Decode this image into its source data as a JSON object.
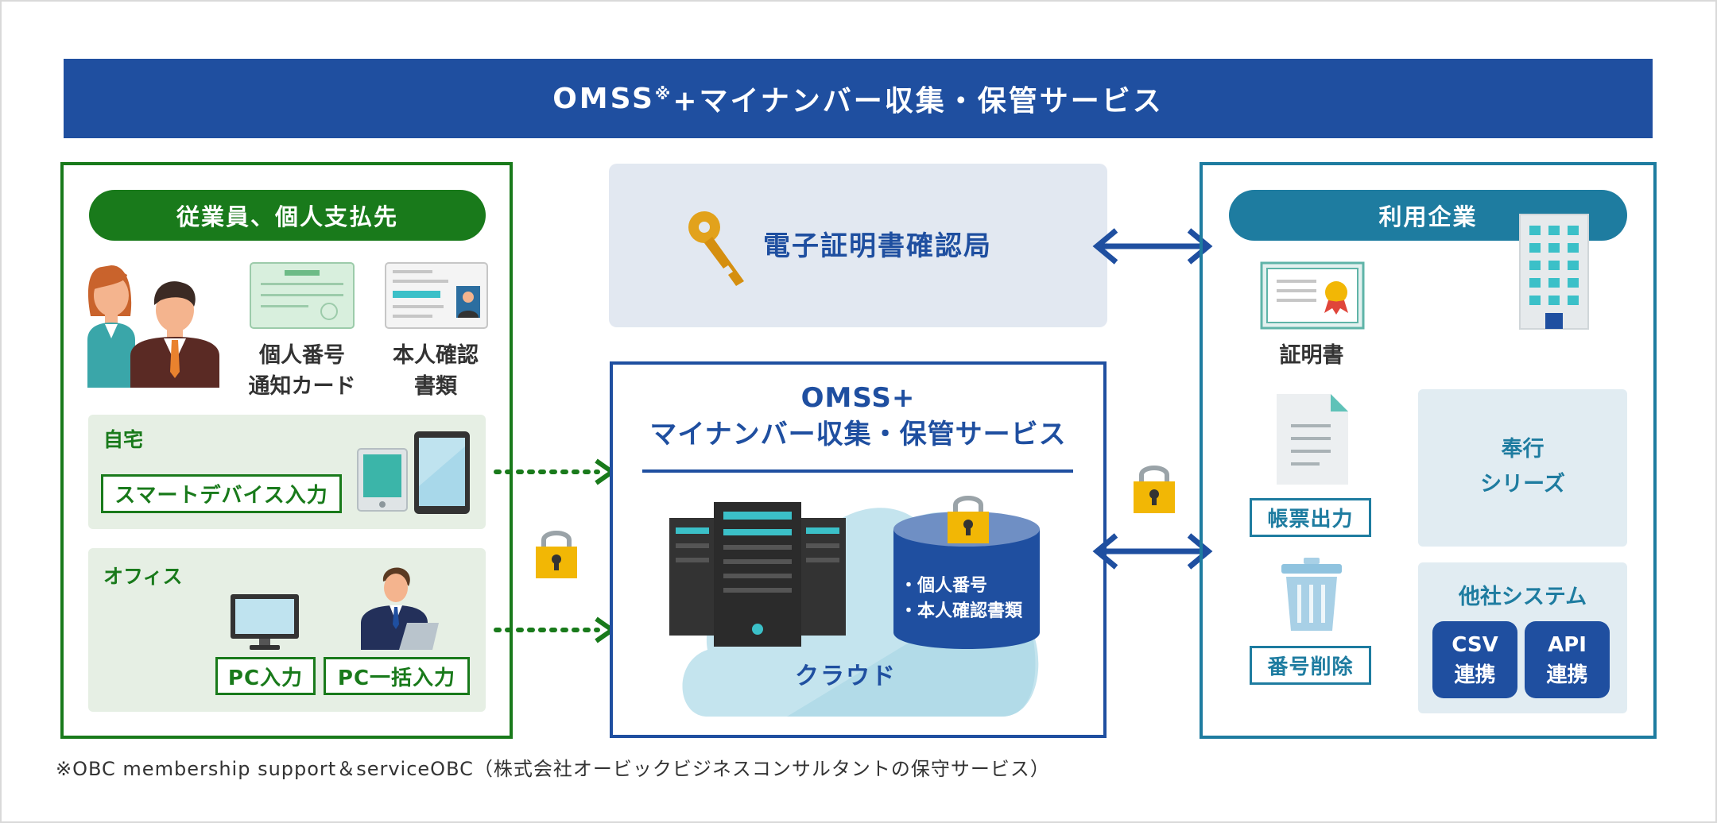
{
  "banner": {
    "title_main": "OMSS",
    "title_mark": "※",
    "title_rest": "+マイナンバー収集・保管サービス"
  },
  "left": {
    "header": "従業員、個人支払先",
    "doc1": [
      "個人番号",
      "通知カード"
    ],
    "doc2": [
      "本人確認",
      "書類"
    ],
    "home": {
      "title": "自宅",
      "button": "スマートデバイス入力"
    },
    "office": {
      "title": "オフィス",
      "button1": "PC入力",
      "button2": "PC一括入力"
    }
  },
  "middle": {
    "cert_authority": "電子証明書確認局",
    "title": [
      "OMSS+",
      "マイナンバー収集・保管サービス"
    ],
    "db_items": [
      "・個人番号",
      "・本人確認書類"
    ],
    "cloud": "クラウド"
  },
  "right": {
    "header": "利用企業",
    "certificate": "証明書",
    "form_output": "帳票出力",
    "number_delete": "番号削除",
    "bugyo": [
      "奉行",
      "シリーズ"
    ],
    "other_system": "他社システム",
    "csv": [
      "CSV",
      "連携"
    ],
    "api": [
      "API",
      "連携"
    ]
  },
  "footnote": "※OBC membership support＆serviceOBC（株式会社オービックビジネスコンサルタントの保守サービス）",
  "colors": {
    "brand_blue": "#1f4fa0",
    "green": "#197a1b",
    "teal": "#1e7ca0",
    "lock": "#f2b705"
  },
  "icons": [
    "people-icon",
    "id-card-icon",
    "id-document-icon",
    "tablet-icon",
    "monitor-icon",
    "office-worker-icon",
    "key-icon",
    "server-icon",
    "database-icon",
    "cloud-icon",
    "lock-icon",
    "certificate-icon",
    "building-icon",
    "document-icon",
    "trash-icon",
    "double-arrow-icon",
    "dotted-arrow-icon"
  ]
}
